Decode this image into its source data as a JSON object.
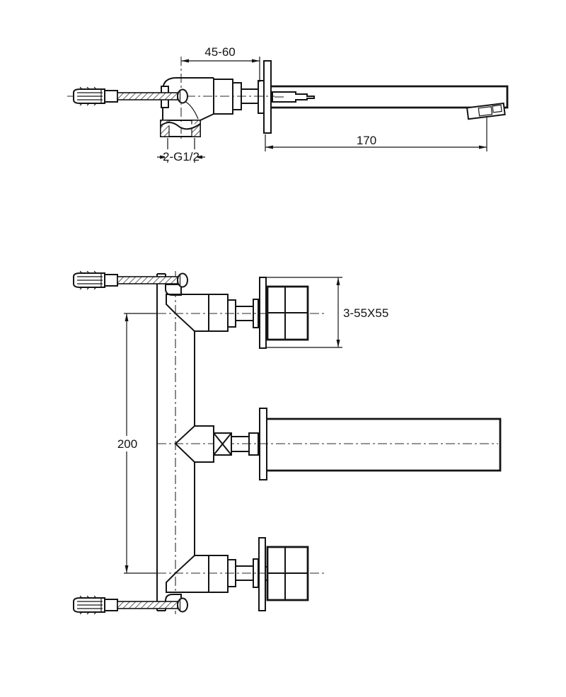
{
  "drawing": {
    "kind": "faucet installation technical drawing",
    "line_color": "#141414",
    "background_color": "#ffffff",
    "views": {
      "side_view": {
        "dims": {
          "wall_depth": "45-60",
          "spout_length": "170",
          "inlet_thread": "2-G1/2"
        }
      },
      "front_view": {
        "dims": {
          "handle_spacing": "200",
          "escutcheon_size": "3-55X55"
        }
      }
    }
  }
}
